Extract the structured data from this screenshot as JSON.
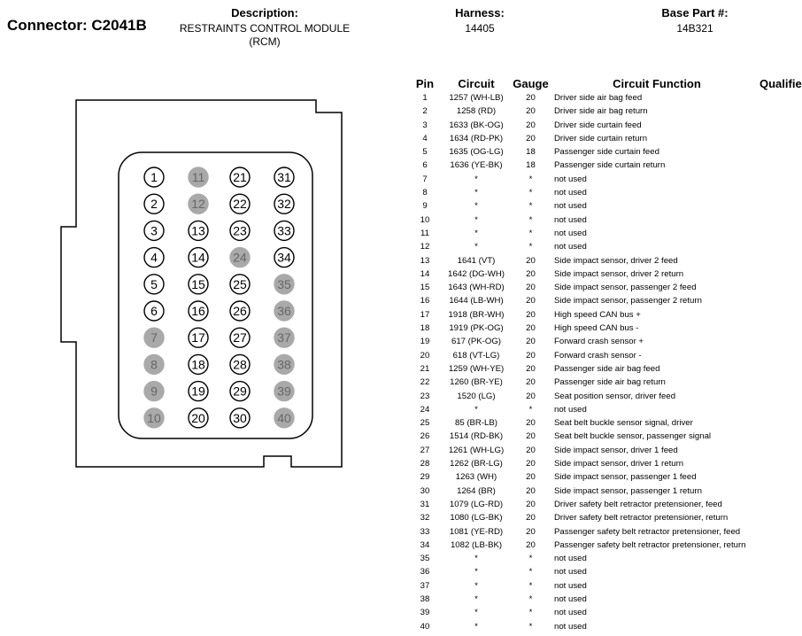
{
  "header": {
    "connector": "Connector: C2041B",
    "description_label": "Description:",
    "description_line1": "RESTRAINTS CONTROL MODULE",
    "description_line2": "(RCM)",
    "harness_label": "Harness:",
    "harness_value": "14405",
    "base_part_label": "Base Part #:",
    "base_part_value": "14B321"
  },
  "table": {
    "columns": [
      "Pin",
      "Circuit",
      "Gauge",
      "Circuit Function",
      "Qualifier"
    ],
    "rows": [
      [
        "1",
        "1257 (WH-LB)",
        "20",
        "Driver side air bag feed",
        ""
      ],
      [
        "2",
        "1258 (RD)",
        "20",
        "Driver side air bag return",
        ""
      ],
      [
        "3",
        "1633 (BK-OG)",
        "20",
        "Driver side curtain feed",
        ""
      ],
      [
        "4",
        "1634 (RD-PK)",
        "20",
        "Driver side curtain return",
        ""
      ],
      [
        "5",
        "1635 (OG-LG)",
        "18",
        "Passenger side curtain feed",
        ""
      ],
      [
        "6",
        "1636 (YE-BK)",
        "18",
        "Passenger side curtain return",
        ""
      ],
      [
        "7",
        "*",
        "*",
        "not used",
        ""
      ],
      [
        "8",
        "*",
        "*",
        "not used",
        ""
      ],
      [
        "9",
        "*",
        "*",
        "not used",
        ""
      ],
      [
        "10",
        "*",
        "*",
        "not used",
        ""
      ],
      [
        "11",
        "*",
        "*",
        "not used",
        ""
      ],
      [
        "12",
        "*",
        "*",
        "not used",
        ""
      ],
      [
        "13",
        "1641 (VT)",
        "20",
        "Side impact sensor, driver 2 feed",
        ""
      ],
      [
        "14",
        "1642 (DG-WH)",
        "20",
        "Side impact sensor, driver 2 return",
        ""
      ],
      [
        "15",
        "1643 (WH-RD)",
        "20",
        "Side impact sensor, passenger 2 feed",
        ""
      ],
      [
        "16",
        "1644 (LB-WH)",
        "20",
        "Side impact sensor, passenger 2 return",
        ""
      ],
      [
        "17",
        "1918 (BR-WH)",
        "20",
        "High speed CAN bus +",
        ""
      ],
      [
        "18",
        "1919 (PK-OG)",
        "20",
        "High speed CAN bus -",
        ""
      ],
      [
        "19",
        "617 (PK-OG)",
        "20",
        "Forward crash sensor +",
        ""
      ],
      [
        "20",
        "618 (VT-LG)",
        "20",
        "Forward crash sensor -",
        ""
      ],
      [
        "21",
        "1259 (WH-YE)",
        "20",
        "Passenger side air bag feed",
        ""
      ],
      [
        "22",
        "1260 (BR-YE)",
        "20",
        "Passenger side air bag return",
        ""
      ],
      [
        "23",
        "1520 (LG)",
        "20",
        "Seat position sensor, driver feed",
        ""
      ],
      [
        "24",
        "*",
        "*",
        "not used",
        ""
      ],
      [
        "25",
        "85 (BR-LB)",
        "20",
        "Seat belt buckle sensor signal, driver",
        ""
      ],
      [
        "26",
        "1514 (RD-BK)",
        "20",
        "Seat belt buckle sensor, passenger signal",
        ""
      ],
      [
        "27",
        "1261 (WH-LG)",
        "20",
        "Side impact sensor, driver 1 feed",
        ""
      ],
      [
        "28",
        "1262 (BR-LG)",
        "20",
        "Side impact sensor, driver 1 return",
        ""
      ],
      [
        "29",
        "1263 (WH)",
        "20",
        "Side impact sensor, passenger 1 feed",
        ""
      ],
      [
        "30",
        "1264 (BR)",
        "20",
        "Side impact sensor, passenger 1 return",
        ""
      ],
      [
        "31",
        "1079 (LG-RD)",
        "20",
        "Driver safety belt retractor pretensioner, feed",
        ""
      ],
      [
        "32",
        "1080 (LG-BK)",
        "20",
        "Driver safety belt retractor pretensioner, return",
        ""
      ],
      [
        "33",
        "1081 (YE-RD)",
        "20",
        "Passenger safety belt retractor pretensioner, feed",
        ""
      ],
      [
        "34",
        "1082 (LB-BK)",
        "20",
        "Passenger safety belt retractor pretensioner, return",
        ""
      ],
      [
        "35",
        "*",
        "*",
        "not used",
        ""
      ],
      [
        "36",
        "*",
        "*",
        "not used",
        ""
      ],
      [
        "37",
        "*",
        "*",
        "not used",
        ""
      ],
      [
        "38",
        "*",
        "*",
        "not used",
        ""
      ],
      [
        "39",
        "*",
        "*",
        "not used",
        ""
      ],
      [
        "40",
        "*",
        "*",
        "not used",
        ""
      ]
    ]
  },
  "connector_face": {
    "columns": [
      [
        "1",
        "2",
        "3",
        "4",
        "5",
        "6",
        "7",
        "8",
        "9",
        "10"
      ],
      [
        "11",
        "12",
        "13",
        "14",
        "15",
        "16",
        "17",
        "18",
        "19",
        "20"
      ],
      [
        "21",
        "22",
        "23",
        "24",
        "25",
        "26",
        "27",
        "28",
        "29",
        "30"
      ],
      [
        "31",
        "32",
        "33",
        "34",
        "35",
        "36",
        "37",
        "38",
        "39",
        "40"
      ]
    ],
    "unused_pins": [
      "7",
      "8",
      "9",
      "10",
      "11",
      "12",
      "24",
      "35",
      "36",
      "37",
      "38",
      "39",
      "40"
    ],
    "colors": {
      "outline": "#000000",
      "unused_fill": "#a9a9a9",
      "used_fill": "#ffffff"
    }
  }
}
